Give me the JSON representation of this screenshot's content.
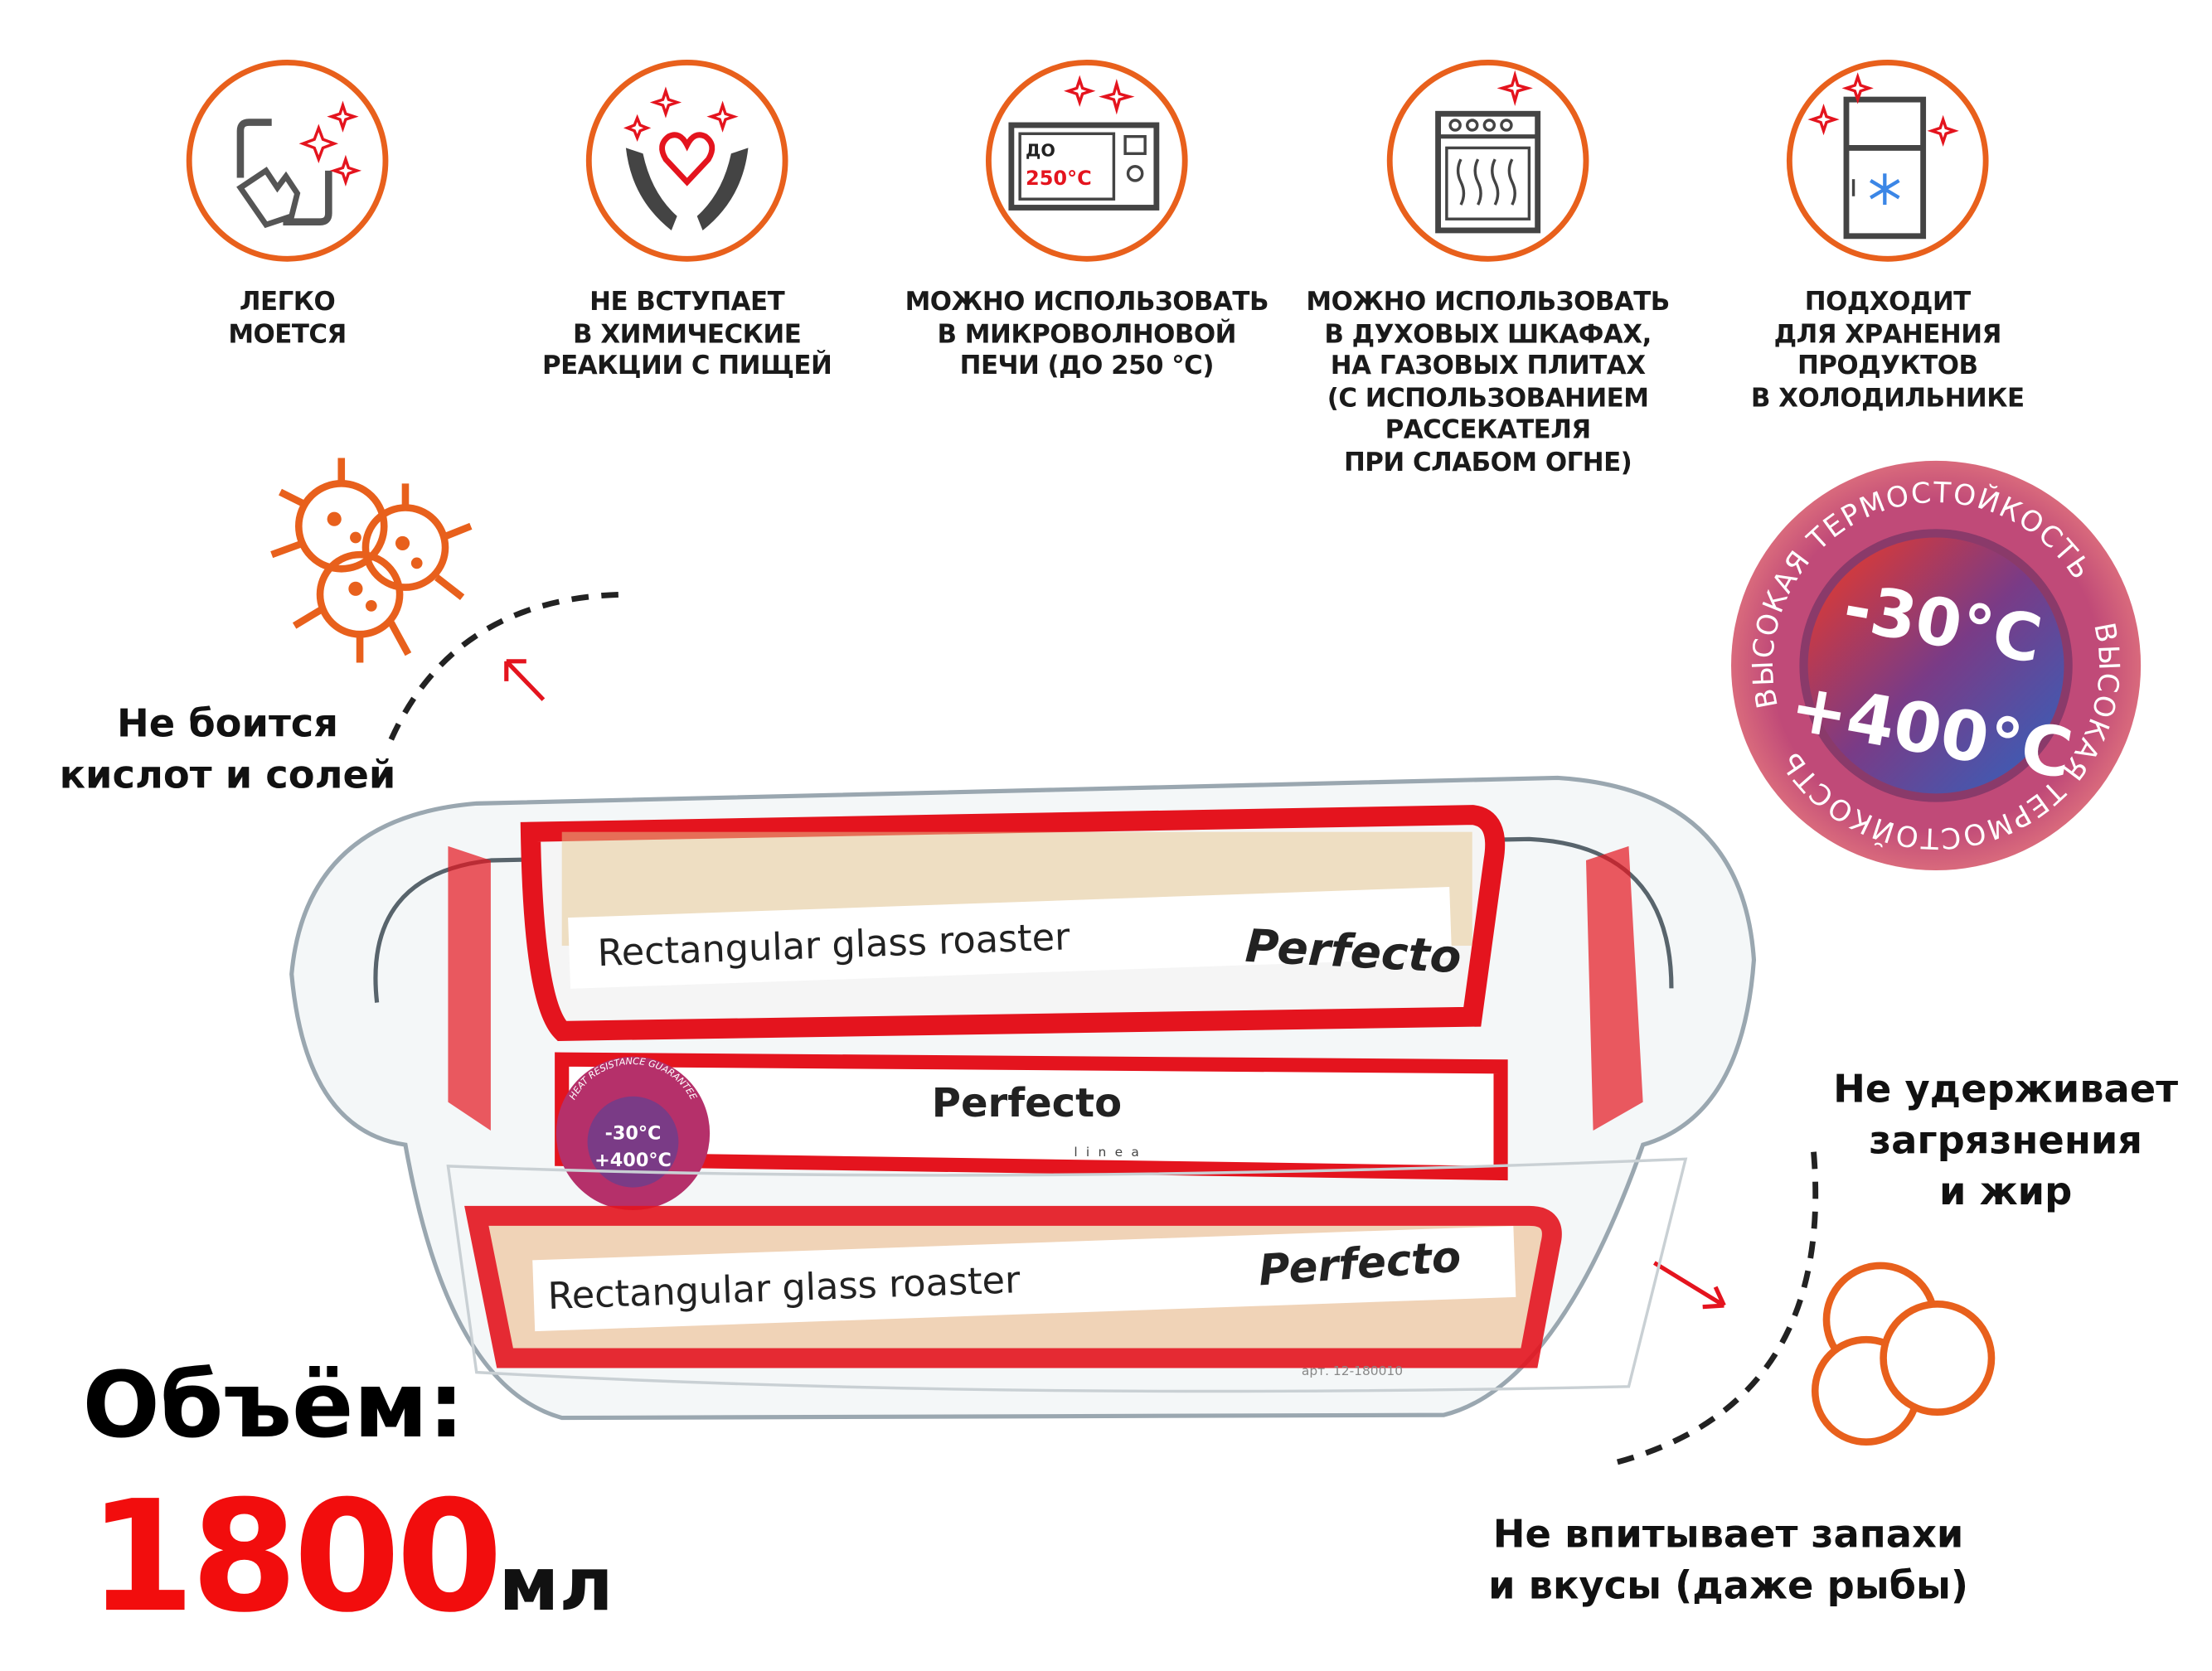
{
  "features": [
    {
      "icon": "hand-wiping-icon",
      "caption": "ЛЕГКО\nМОЕТСЯ"
    },
    {
      "icon": "hands-heart-icon",
      "caption": "НЕ ВСТУПАЕТ\nВ ХИМИЧЕСКИЕ\nРЕАКЦИИ С ПИЩЕЙ"
    },
    {
      "icon": "microwave-icon",
      "caption": "МОЖНО ИСПОЛЬЗОВАТЬ\nВ МИКРОВОЛНОВОЙ\nПЕЧИ (ДО 250 °С)",
      "icon_text_top": "ДО",
      "icon_text_temp": "250°С"
    },
    {
      "icon": "oven-icon",
      "caption": "МОЖНО ИСПОЛЬЗОВАТЬ\nВ ДУХОВЫХ ШКАФАХ,\nНА ГАЗОВЫХ ПЛИТАХ\n(С ИСПОЛЬЗОВАНИЕМ\nРАССЕКАТЕЛЯ\nПРИ СЛАБОМ ОГНЕ)"
    },
    {
      "icon": "fridge-icon",
      "caption": "ПОДХОДИТ\nДЛЯ ХРАНЕНИЯ\nПРОДУКТОВ\nВ ХОЛОДИЛЬНИКЕ"
    }
  ],
  "acid_note": {
    "icon": "bacteria-icon",
    "text": "Не боится\nкислот и солей"
  },
  "grease_note": {
    "text": "Не удерживает\nзагрязнения\nи жир"
  },
  "odor_note": {
    "icon": "circles-icon",
    "text": "Не впитывает запахи\nи вкусы (даже рыбы)"
  },
  "badge": {
    "ring_text": "ВЫСОКАЯ ТЕРМОСТОЙКОСТЬ",
    "min_temp": "-30°C",
    "max_temp": "+400°C"
  },
  "volume": {
    "label": "Объём:",
    "value": "1800",
    "unit": "мл"
  },
  "product": {
    "name": "Rectangular glass roaster",
    "brand": "Perfecto",
    "brand_sub": "linea",
    "sticker_badge_top": "HEAT RESISTANCE GUARANTEE",
    "sticker_min": "-30°C",
    "sticker_max": "+400°C",
    "article": "арт. 12-180010"
  },
  "colors": {
    "accent_orange": "#e8601c",
    "accent_red": "#e4141e",
    "volume_red": "#f20d0d"
  }
}
